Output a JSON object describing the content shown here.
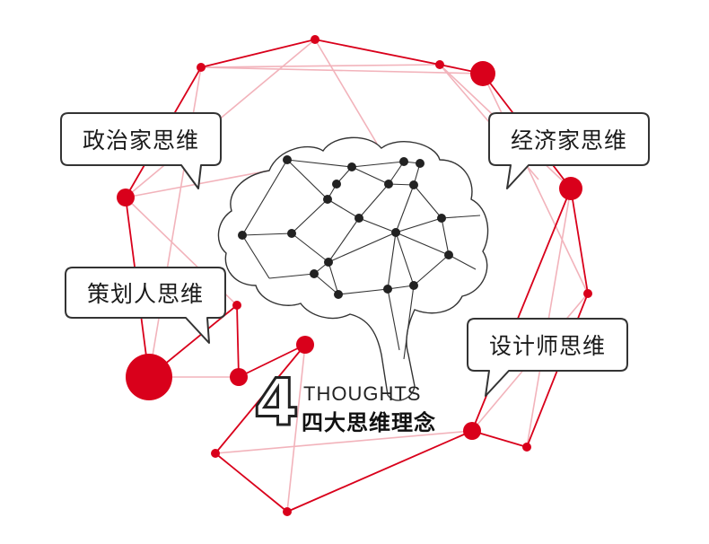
{
  "bubbles": {
    "politician": "政治家思维",
    "economist": "经济家思维",
    "planner": "策划人思维",
    "designer": "设计师思维"
  },
  "title": {
    "number": "4",
    "english": "THOUGHTS",
    "chinese": "四大思维理念"
  },
  "colors": {
    "accent_red": "#d9001b",
    "light_red": "#f2b3bb",
    "brain_line": "#333333"
  }
}
